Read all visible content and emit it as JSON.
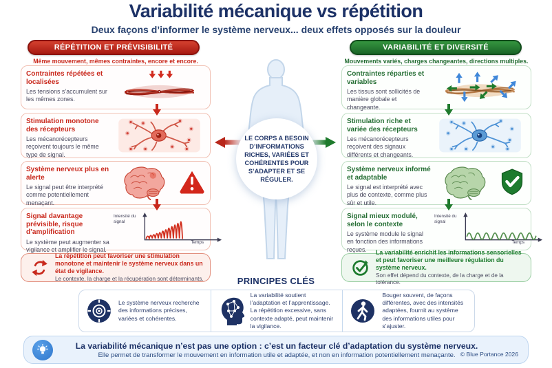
{
  "header": {
    "title": "Variabilité mécanique vs répétition",
    "subtitle": "Deux façons d’informer le système nerveux... deux effets opposés sur la douleur"
  },
  "left": {
    "header": "RÉPÉTITION ET PRÉVISIBILITÉ",
    "tagline": "Même mouvement, mêmes contraintes, encore et encore.",
    "cards": [
      {
        "title": "Contraintes répétées et localisées",
        "body": "Les tensions s’accumulent sur les mêmes zones."
      },
      {
        "title": "Stimulation monotone des récepteurs",
        "body": "Les mécanorécepteurs reçoivent toujours le même type de signal."
      },
      {
        "title": "Système nerveux plus en alerte",
        "body": "Le signal peut être interprété comme potentiellement menaçant."
      },
      {
        "title": "Signal davantage prévisible, risque d’amplification",
        "body": "Le système peut augmenter sa vigilance et amplifier le signal."
      }
    ],
    "chart": {
      "type": "line",
      "ylabel": "Intensité du signal",
      "xlabel": "Temps",
      "trend": "oscillations d’amplitude croissante"
    },
    "summary": {
      "bold": "La répétition peut favoriser une stimulation monotone et maintenir le système nerveux dans un état de vigilance.",
      "note": "Le contexte, la charge et la récupération sont déterminants."
    }
  },
  "right": {
    "header": "VARIABILITÉ ET DIVERSITÉ",
    "tagline": "Mouvements variés, charges changeantes, directions multiples.",
    "cards": [
      {
        "title": "Contraintes réparties et variables",
        "body": "Les tissus sont sollicités de manière globale et changeante."
      },
      {
        "title": "Stimulation riche et variée des récepteurs",
        "body": "Les mécanorécepteurs reçoivent des signaux différents et changeants."
      },
      {
        "title": "Système nerveux informé et adaptable",
        "body": "Le signal est interprété avec plus de contexte, comme plus sûr et utile."
      },
      {
        "title": "Signal mieux modulé, selon le contexte",
        "body": "Le système module le signal en fonction des informations reçues."
      }
    ],
    "chart": {
      "type": "line",
      "ylabel": "Intensité du signal",
      "xlabel": "Temps",
      "trend": "oscillations douces et stables"
    },
    "summary": {
      "bold": "La variabilité enrichit les informations sensorielles et peut favoriser une meilleure régulation du système nerveux.",
      "note": "Son effet dépend du contexte, de la charge et de la tolérance."
    }
  },
  "center": {
    "circle_text": "LE CORPS A BESOIN D’INFORMATIONS RICHES, VARIÉES ET COHÉRENTES POUR S’ADAPTER ET SE RÉGULER."
  },
  "principles": {
    "title": "PRINCIPES CLÉS",
    "items": [
      {
        "icon": "target-icon",
        "text": "Le système nerveux recherche des informations précises, variées et cohérentes."
      },
      {
        "icon": "head-network-icon",
        "text": "La variabilité soutient l’adaptation et l’apprentissage.",
        "text2": "La répétition excessive, sans contexte adapté, peut maintenir la vigilance."
      },
      {
        "icon": "walking-person-icon",
        "text": "Bouger souvent, de façons différentes, avec des intensités adaptées, fournit au système des informations utiles pour s’ajuster."
      }
    ]
  },
  "footer": {
    "headline": "La variabilité mécanique n’est pas une option : c’est un facteur clé d’adaptation du système nerveux.",
    "note": "Elle permet de transformer le mouvement en information utile et adaptée, et non en information potentiellement menaçante.",
    "copyright": "© Blue Portance 2026"
  },
  "colors": {
    "navy": "#1c3166",
    "red": "#c8281c",
    "green": "#1e7a2c",
    "blue": "#3f87d9",
    "footer_bg": "#e9f2fc"
  }
}
